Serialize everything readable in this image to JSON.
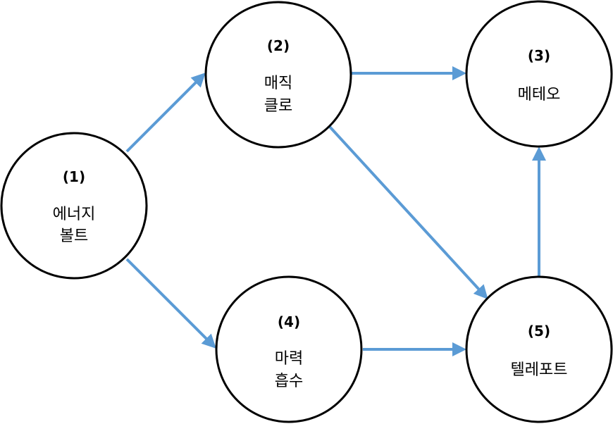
{
  "colors": {
    "edge": "#5b9bd5",
    "node_border": "#000000",
    "background": "#ffffff"
  },
  "nodes": [
    {
      "id": "1",
      "number": "(1)",
      "lines": [
        "에너지",
        "볼트"
      ]
    },
    {
      "id": "2",
      "number": "(2)",
      "lines": [
        "매직",
        "클로"
      ]
    },
    {
      "id": "3",
      "number": "(3)",
      "lines": [
        "메테오"
      ]
    },
    {
      "id": "4",
      "number": "(4)",
      "lines": [
        "마력",
        "흡수"
      ]
    },
    {
      "id": "5",
      "number": "(5)",
      "lines": [
        "텔레포트"
      ]
    }
  ],
  "edges": [
    {
      "from": "1",
      "to": "2"
    },
    {
      "from": "1",
      "to": "4"
    },
    {
      "from": "2",
      "to": "3"
    },
    {
      "from": "2",
      "to": "5"
    },
    {
      "from": "4",
      "to": "5"
    },
    {
      "from": "5",
      "to": "3"
    }
  ]
}
